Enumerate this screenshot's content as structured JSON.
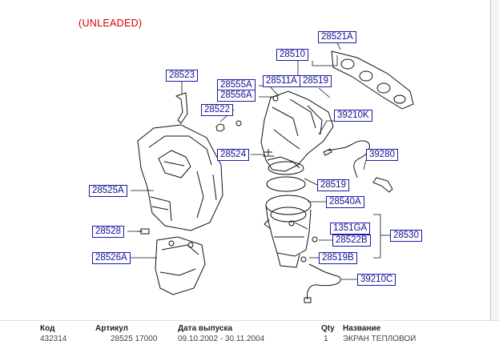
{
  "diagram": {
    "note": "(UNLEADED)",
    "callouts": [
      {
        "id": "c-28521A",
        "label": "28521A"
      },
      {
        "id": "c-28510",
        "label": "28510"
      },
      {
        "id": "c-28523",
        "label": "28523"
      },
      {
        "id": "c-28555A",
        "label": "28555A"
      },
      {
        "id": "c-28511A",
        "label": "28511A"
      },
      {
        "id": "c-28519a",
        "label": "28519"
      },
      {
        "id": "c-28556A",
        "label": "28556A"
      },
      {
        "id": "c-28522",
        "label": "28522"
      },
      {
        "id": "c-39210K",
        "label": "39210K"
      },
      {
        "id": "c-28524",
        "label": "28524"
      },
      {
        "id": "c-39280",
        "label": "39280"
      },
      {
        "id": "c-28519b",
        "label": "28519"
      },
      {
        "id": "c-28525A",
        "label": "28525A"
      },
      {
        "id": "c-28540A",
        "label": "28540A"
      },
      {
        "id": "c-1351GA",
        "label": "1351GA"
      },
      {
        "id": "c-28528",
        "label": "28528"
      },
      {
        "id": "c-28530",
        "label": "28530"
      },
      {
        "id": "c-28522B",
        "label": "28522B"
      },
      {
        "id": "c-28526A",
        "label": "28526A"
      },
      {
        "id": "c-28519B",
        "label": "28519B"
      },
      {
        "id": "c-39210C",
        "label": "39210C"
      }
    ]
  },
  "table": {
    "headers": {
      "code": "Код",
      "article": "Артикул",
      "release_date": "Дата выпуска",
      "qty": "Qty",
      "name": "Название"
    },
    "first_row": {
      "code": "432314",
      "article": "28525 17000",
      "release_date": "09.10.2002 - 30.11.2004",
      "qty": "1",
      "name": "ЭКРАН ТЕПЛОВОЙ"
    }
  }
}
